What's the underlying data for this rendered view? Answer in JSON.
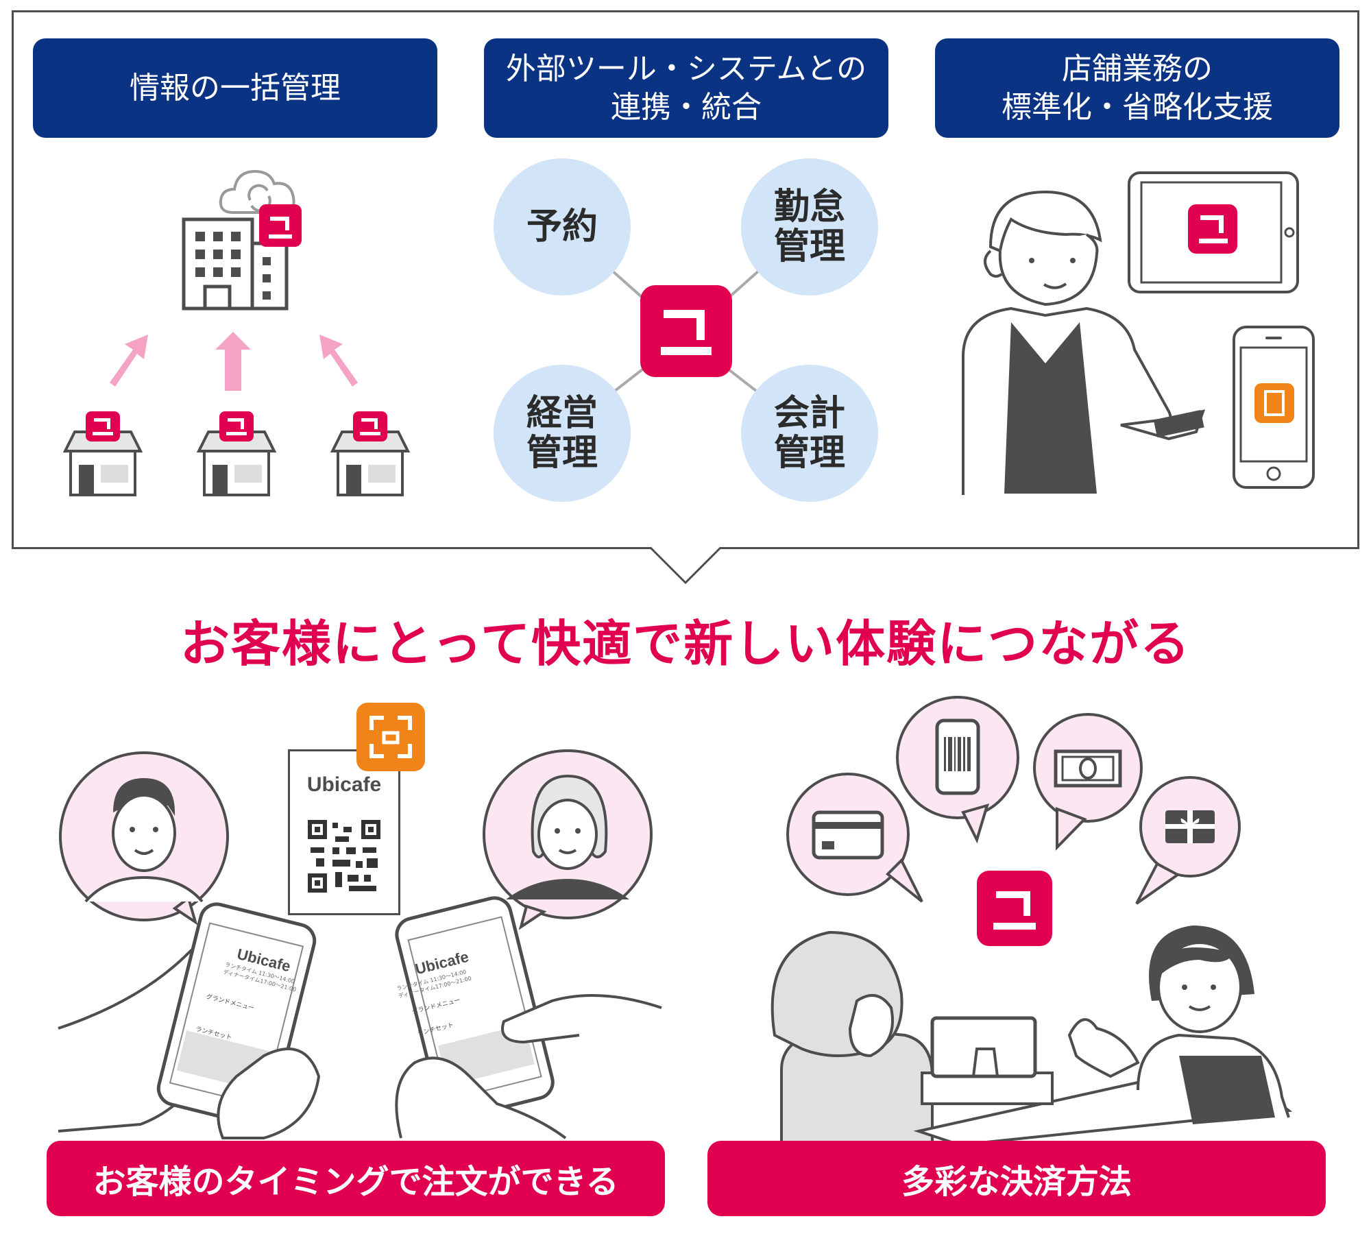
{
  "colors": {
    "navy": "#0b3384",
    "brand": "#e0004f",
    "bubble": "#d2e4f7",
    "pink_arrow": "#f4a3c4",
    "orange": "#f08419",
    "avatar_bg": "#fbe6f1"
  },
  "header_boxes": [
    {
      "label": "情報の一括管理"
    },
    {
      "label": "外部ツール・システムとの\n連携・統合"
    },
    {
      "label": "店舗業務の\n標準化・省略化支援"
    }
  ],
  "hub_bubbles": [
    {
      "label": "予約"
    },
    {
      "label": "勤怠\n管理"
    },
    {
      "label": "経営\n管理"
    },
    {
      "label": "会計\n管理"
    }
  ],
  "headline": "お客様にとって快適で新しい体験につながる",
  "qr_card": {
    "brand": "Ubicafe"
  },
  "phone_screen": {
    "brand": "Ubicafe",
    "hours": "ランチタイム 11:30～14:00\nディナータイム17:00～21:00",
    "menu_1": "グランドメニュー",
    "menu_2": "ランチセット"
  },
  "icons": [
    "cloud-sync-icon",
    "office-building-icon",
    "store-icon",
    "brand-logo-icon",
    "tablet-icon",
    "smartphone-icon",
    "qr-code-icon",
    "credit-card-icon",
    "barcode-phone-icon",
    "cash-icon",
    "gift-card-icon"
  ],
  "footers": [
    {
      "label": "お客様のタイミングで注文ができる"
    },
    {
      "label": "多彩な決済方法"
    }
  ]
}
